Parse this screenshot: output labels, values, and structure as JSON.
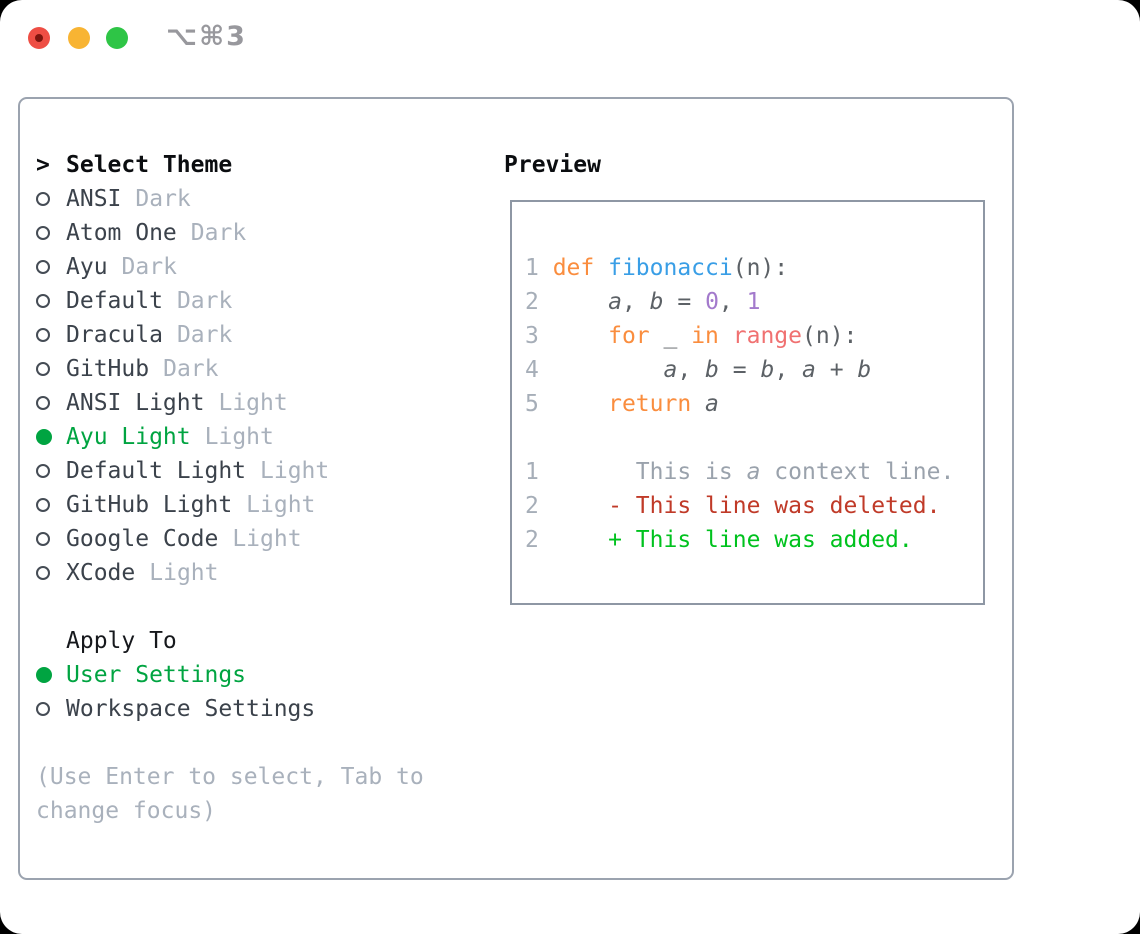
{
  "window": {
    "title": "⌥⌘3"
  },
  "theme_list": {
    "header_prefix": ">",
    "header": "Select Theme",
    "items": [
      {
        "name": "ANSI",
        "variant": "Dark",
        "selected": false
      },
      {
        "name": "Atom One",
        "variant": "Dark",
        "selected": false
      },
      {
        "name": "Ayu",
        "variant": "Dark",
        "selected": false
      },
      {
        "name": "Default",
        "variant": "Dark",
        "selected": false
      },
      {
        "name": "Dracula",
        "variant": "Dark",
        "selected": false
      },
      {
        "name": "GitHub",
        "variant": "Dark",
        "selected": false
      },
      {
        "name": "ANSI Light",
        "variant": "Light",
        "selected": false
      },
      {
        "name": "Ayu Light",
        "variant": "Light",
        "selected": true
      },
      {
        "name": "Default Light",
        "variant": "Light",
        "selected": false
      },
      {
        "name": "GitHub Light",
        "variant": "Light",
        "selected": false
      },
      {
        "name": "Google Code",
        "variant": "Light",
        "selected": false
      },
      {
        "name": "XCode",
        "variant": "Light",
        "selected": false
      }
    ]
  },
  "apply_to": {
    "header": "Apply To",
    "options": [
      {
        "name": "User Settings",
        "selected": true
      },
      {
        "name": "Workspace Settings",
        "selected": false
      }
    ]
  },
  "hint": "(Use Enter to select, Tab to change focus)",
  "preview": {
    "header": "Preview",
    "code_lines": [
      [
        [
          "1 ",
          "ln"
        ],
        [
          "def ",
          "kw"
        ],
        [
          "fibonacci",
          "fn"
        ],
        [
          "(n):",
          "txt"
        ]
      ],
      [
        [
          "2 ",
          "ln"
        ],
        [
          "    ",
          "txt"
        ],
        [
          "a",
          "var"
        ],
        [
          ", ",
          "txt"
        ],
        [
          "b",
          "var"
        ],
        [
          " = ",
          "txt"
        ],
        [
          "0",
          "num"
        ],
        [
          ", ",
          "txt"
        ],
        [
          "1",
          "num"
        ]
      ],
      [
        [
          "3 ",
          "ln"
        ],
        [
          "    ",
          "txt"
        ],
        [
          "for",
          "kw"
        ],
        [
          " _ ",
          "txt"
        ],
        [
          "in",
          "kw"
        ],
        [
          " ",
          "txt"
        ],
        [
          "range",
          "call"
        ],
        [
          "(n):",
          "txt"
        ]
      ],
      [
        [
          "4 ",
          "ln"
        ],
        [
          "        ",
          "txt"
        ],
        [
          "a",
          "var"
        ],
        [
          ", ",
          "txt"
        ],
        [
          "b",
          "var"
        ],
        [
          " = ",
          "txt"
        ],
        [
          "b",
          "var"
        ],
        [
          ", ",
          "txt"
        ],
        [
          "a",
          "var"
        ],
        [
          " + ",
          "txt"
        ],
        [
          "b",
          "var"
        ]
      ],
      [
        [
          "5 ",
          "ln"
        ],
        [
          "    ",
          "txt"
        ],
        [
          "return ",
          "kw"
        ],
        [
          "a",
          "var"
        ]
      ],
      [],
      [
        [
          "1 ",
          "ln"
        ],
        [
          "      This is ",
          "ctx"
        ],
        [
          "a",
          "ctxvar"
        ],
        [
          " context line.",
          "ctx"
        ]
      ],
      [
        [
          "2 ",
          "ln"
        ],
        [
          "    - This line was deleted.",
          "del"
        ]
      ],
      [
        [
          "2 ",
          "ln"
        ],
        [
          "    + This line was added.",
          "add"
        ]
      ]
    ]
  },
  "colors": {
    "selection_green": "#00a441",
    "added_green": "#00c21e",
    "deleted_red": "#c03a28",
    "keyword_orange": "#fa8d3e",
    "function_blue": "#399ee6",
    "constant_purple": "#a37acc",
    "builtin_coral": "#f07171",
    "muted_gray": "#a9b1bc",
    "traffic_red": "#ee4e44",
    "traffic_yellow": "#f8b433",
    "traffic_green": "#2ec546"
  }
}
